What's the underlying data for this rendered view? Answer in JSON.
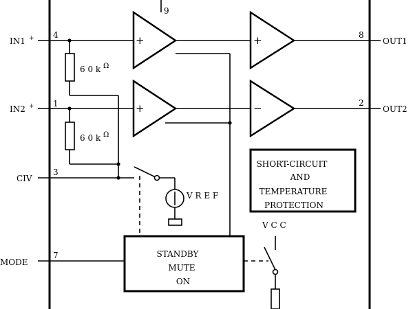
{
  "pins": {
    "p9": "9",
    "p4": "4",
    "p1": "1",
    "p3": "3",
    "p7": "7",
    "p8": "8",
    "p2": "2"
  },
  "signals": {
    "in1": "IN1",
    "in1_sign": "+",
    "in2": "IN2",
    "in2_sign": "+",
    "civ": "CIV",
    "mode": "MODE",
    "out1": "OUT1",
    "out2": "OUT2"
  },
  "resistors": {
    "r1": "6 0  k",
    "r1_unit": "Ω",
    "r2": "6 0  k",
    "r2_unit": "Ω"
  },
  "supplies": {
    "vref": "V R E F",
    "vcc": "V  C  C"
  },
  "protection_box": [
    "SHORT-CIRCUIT",
    "AND",
    "TEMPERATURE",
    "PROTECTION"
  ],
  "standby_box": [
    "STANDBY",
    "MUTE",
    "ON"
  ],
  "amp_inputs": {
    "plus": "+",
    "minus": "−"
  }
}
